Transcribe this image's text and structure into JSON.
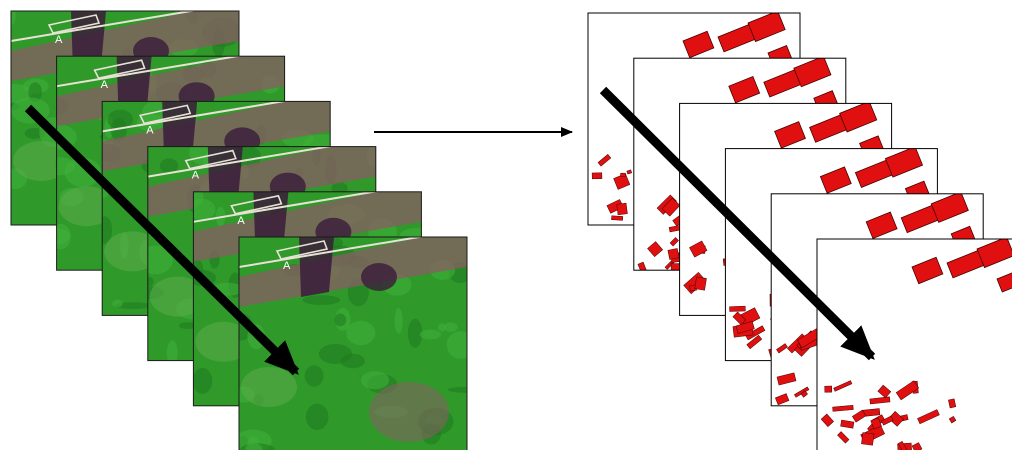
{
  "figure": {
    "satellite_stack": {
      "frame_count": 6,
      "frame_label": "A",
      "colors": {
        "forest": "#2f9a2a",
        "forest_dark": "#1f7a1f",
        "cleared_land": "#8a5c66",
        "dark_patch": "#3a1c3a",
        "road": "#e8e2d6",
        "frame_border": "#1a1a1a"
      }
    },
    "mask_stack": {
      "frame_count": 6,
      "colors": {
        "background": "#ffffff",
        "mask_fill": "#e01010",
        "mask_edge": "#4a0000",
        "frame_border": "#000000"
      }
    },
    "connector_arrow": {
      "color": "#000000"
    },
    "time_arrows": {
      "color": "#000000"
    }
  }
}
